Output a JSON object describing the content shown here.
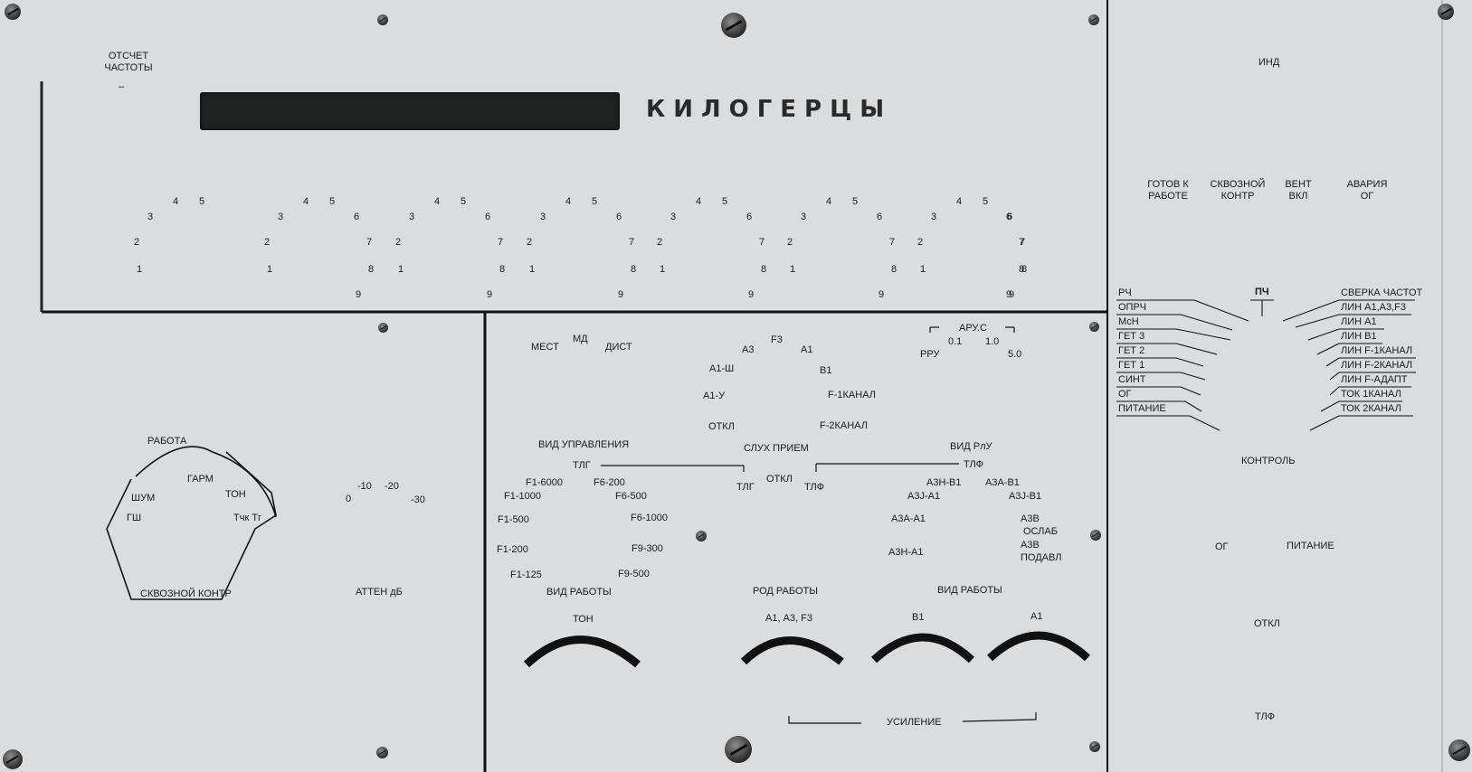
{
  "header": {
    "freq_readout_label": "ОТСЧЕТ\nЧАСТОТЫ",
    "units_label": "КИЛОГЕРЦЫ",
    "display_digits": [
      "",
      "",
      "",
      "",
      "",
      "",
      ""
    ]
  },
  "dial_numbers": [
    "1",
    "2",
    "3",
    "4",
    "5",
    "6",
    "7",
    "8",
    "9"
  ],
  "left_panel": {
    "mode_top": "РАБОТА",
    "mode_items": [
      "ГШ",
      "ШУМ",
      "ГАРМ",
      "ТОН",
      "Тчк Тг"
    ],
    "mode_bottom": "СКВОЗНОЙ КОНТР",
    "atten_label": "АТТЕН дБ",
    "atten_values": [
      "0",
      "-10",
      "-20",
      "-30"
    ]
  },
  "middle_panel": {
    "mest": "МЕСТ",
    "md": "МД",
    "dist": "ДИСТ",
    "rx_types": [
      "А3",
      "F3",
      "А1",
      "А1-Ш",
      "В1",
      "А1-У",
      "F-1КАНАЛ",
      "ОТКЛ",
      "F-2КАНАЛ"
    ],
    "aru_label": "АРУ.С",
    "rru": "РРУ",
    "aru_values": [
      "0.1",
      "1.0",
      "5.0"
    ],
    "vid_upravlenia": "ВИД УПРАВЛЕНИЯ",
    "tlg": "ТЛГ",
    "sluh_priem": "СЛУХ ПРИЕМ",
    "vid_ru": "ВИД РлУ",
    "tlf": "ТЛФ",
    "otkl": "ОТКЛ",
    "work_left": [
      "F1-6000",
      "F6-200",
      "F1-1000",
      "F6-500",
      "F1-500",
      "F6-1000",
      "F1-200",
      "F9-300",
      "F1-125",
      "F9-500"
    ],
    "work_right": [
      "А3Н-В1",
      "А3А-В1",
      "А3J-А1",
      "А3J-В1",
      "А3А-А1",
      "А3В",
      "ОСЛАБ",
      "А3В",
      "А3Н-А1",
      "ПОДАВЛ"
    ],
    "vid_raboty": "ВИД  РАБОТЫ",
    "rod_raboty": "РОД  РАБОТЫ",
    "vid_raboty2": "ВИД  РАБОТЫ",
    "ton": "ТОН",
    "a1a3f3": "А1, А3, F3",
    "b1": "В1",
    "a1": "А1",
    "usilenie": "УСИЛЕНИЕ"
  },
  "right_panel": {
    "ind": "ИНД",
    "status_labels": [
      "ГОТОВ К\nРАБОТЕ",
      "СКВОЗНОЙ\nКОНТР",
      "ВЕНТ\nВКЛ",
      "АВАРИЯ\nОГ"
    ],
    "left_list": [
      "РЧ",
      "ОПРЧ",
      "МсН",
      "ГЕТ  3",
      "ГЕТ  2",
      "ГЕТ  1",
      "СИНТ",
      "ОГ",
      "ПИТАНИЕ"
    ],
    "center_label": "ПЧ",
    "right_list": [
      "СВЕРКА ЧАСТОТ",
      "ЛИН А1,А3,F3",
      "ЛИН А1",
      "ЛИН В1",
      "ЛИН F-1КАНАЛ",
      "ЛИН F-2КАНАЛ",
      "ЛИН F-АДАПТ",
      "ТОК 1КАНАЛ",
      "ТОК 2КАНАЛ"
    ],
    "kontrol": "КОНТРОЛЬ",
    "og": "ОГ",
    "pitanie": "ПИТАНИЕ",
    "otkl": "ОТКЛ",
    "tlf": "ТЛФ"
  }
}
